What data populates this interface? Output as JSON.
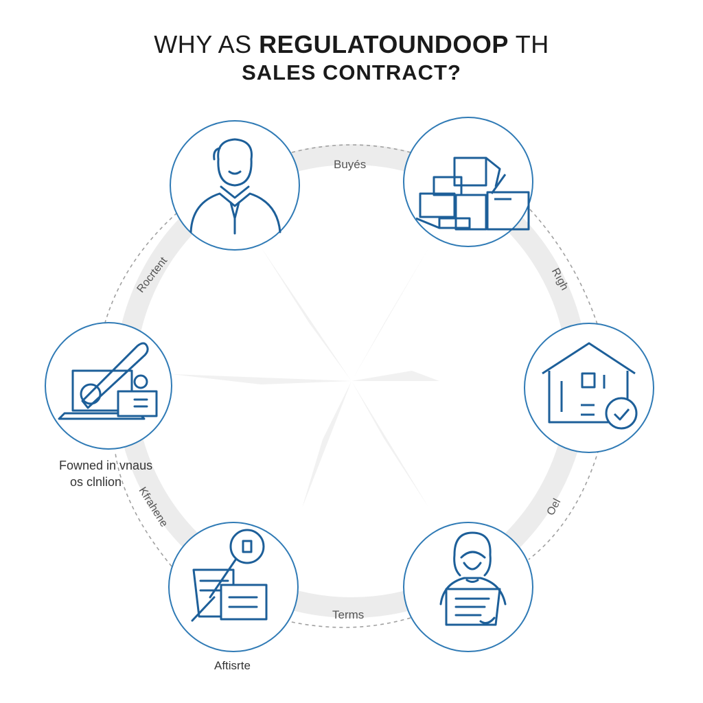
{
  "title": {
    "line1_regular": "WHY AS ",
    "line1_bold": "REGULATOUNDOOP",
    "line1_tail": " TH",
    "line2": "SALES CONTRACT?"
  },
  "nodes": [
    {
      "id": "person",
      "icon": "businessman-icon"
    },
    {
      "id": "goods",
      "icon": "boxes-icon"
    },
    {
      "id": "building",
      "icon": "building-check-icon"
    },
    {
      "id": "woman",
      "icon": "woman-document-icon"
    },
    {
      "id": "documents",
      "icon": "magnifier-documents-icon"
    },
    {
      "id": "laptop",
      "icon": "laptop-pen-icon"
    }
  ],
  "labels": {
    "buyers": "Buyés",
    "right_top": "Rıgh",
    "right_bottom": "Oel",
    "terms": "Terms",
    "left_top": "Rocrtent",
    "left_bottom": "Kfrahene",
    "note_line1": "Fowned in vnaus",
    "note_line2": "os clnlion",
    "bottom": "Aftisrte"
  },
  "colors": {
    "accent": "#2f7ab5",
    "icon_stroke": "#1d5f99",
    "ring": "#e9e9e9",
    "dash": "#9a9a9a"
  }
}
